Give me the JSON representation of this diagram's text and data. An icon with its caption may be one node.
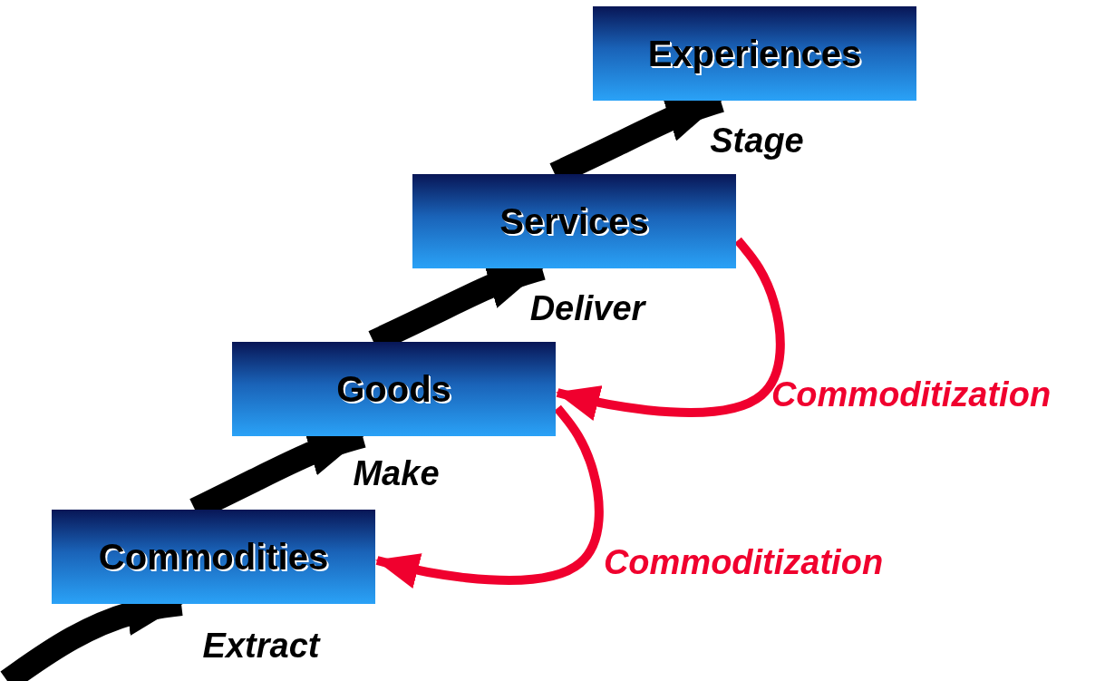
{
  "diagram": {
    "nodes": [
      {
        "text": [
          "Experiences"
        ]
      },
      {
        "text": [
          "Services"
        ]
      },
      {
        "text": [
          "Goods"
        ]
      },
      {
        "text": [
          "Commodities"
        ]
      }
    ],
    "edges": [
      {
        "from": null,
        "to": 3,
        "arrow": "to",
        "label": "Extract"
      },
      {
        "from": 3,
        "to": 2,
        "arrow": "to",
        "label": "Make"
      },
      {
        "from": 2,
        "to": 1,
        "arrow": "to",
        "label": "Deliver"
      },
      {
        "from": 1,
        "to": 0,
        "arrow": "to",
        "label": "Stage"
      },
      {
        "from": 1,
        "to": 2,
        "arrow": "to",
        "label": "Commoditization",
        "color": "#f0002e"
      },
      {
        "from": 2,
        "to": 3,
        "arrow": "to",
        "label": "Commoditization",
        "color": "#f0002e"
      }
    ]
  }
}
